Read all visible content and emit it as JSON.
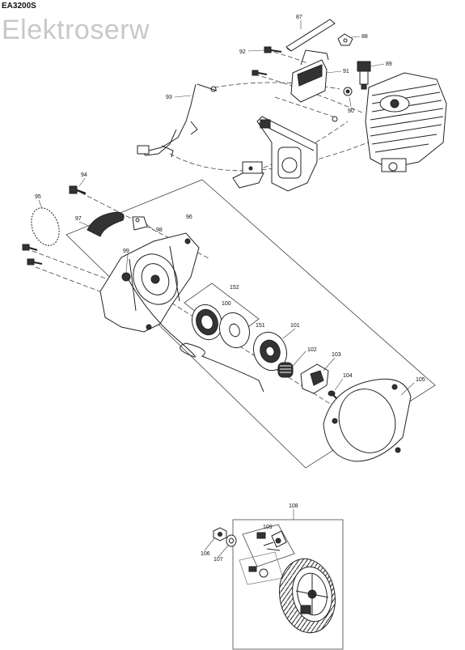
{
  "header": {
    "model": "EA3200S",
    "watermark": "Elektroserw"
  },
  "callouts": {
    "p87": "87",
    "p88": "88",
    "p89": "89",
    "p90": "90",
    "p91": "91",
    "p92": "92",
    "p93": "93",
    "p94": "94",
    "p95": "95",
    "p96": "96",
    "p97": "97",
    "p98": "98",
    "p99": "99",
    "p100": "100",
    "p101": "101",
    "p102": "102",
    "p103": "103",
    "p104": "104",
    "p105": "105",
    "p106": "106",
    "p107": "107",
    "p108": "108",
    "p109": "109",
    "p151": "151",
    "p152": "152"
  }
}
